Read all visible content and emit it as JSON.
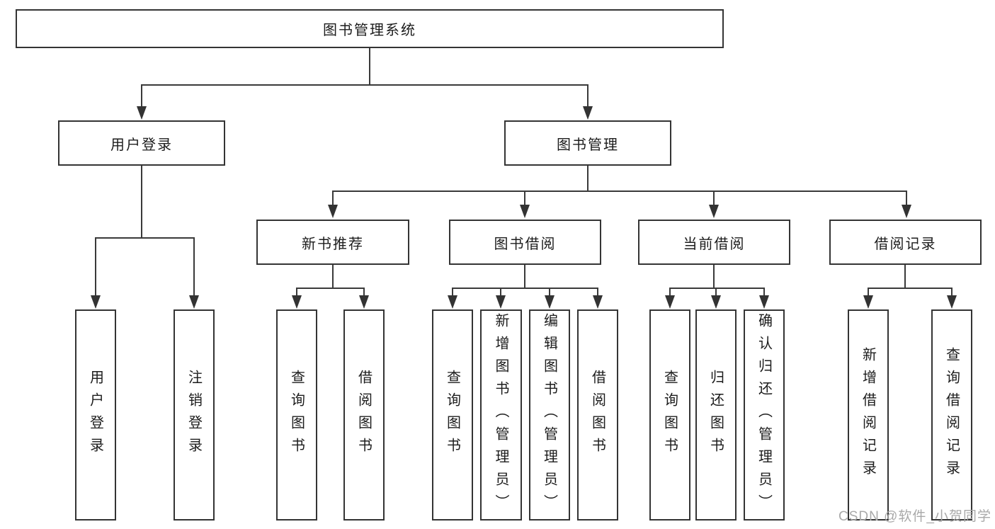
{
  "tree": {
    "label": "图书管理系统",
    "children": [
      {
        "label": "用户登录",
        "children": [
          {
            "label": "用户登录"
          },
          {
            "label": "注销登录"
          }
        ]
      },
      {
        "label": "图书管理",
        "children": [
          {
            "label": "新书推荐",
            "children": [
              {
                "label": "查询图书"
              },
              {
                "label": "借阅图书"
              }
            ]
          },
          {
            "label": "图书借阅",
            "children": [
              {
                "label": "查询图书"
              },
              {
                "label": "新增图书（管理员）"
              },
              {
                "label": "编辑图书（管理员）"
              },
              {
                "label": "借阅图书"
              }
            ]
          },
          {
            "label": "当前借阅",
            "children": [
              {
                "label": "查询图书"
              },
              {
                "label": "归还图书"
              },
              {
                "label": "确认归还（管理员）"
              }
            ]
          },
          {
            "label": "借阅记录",
            "children": [
              {
                "label": "新增借阅记录"
              },
              {
                "label": "查询借阅记录"
              }
            ]
          }
        ]
      }
    ]
  },
  "watermark": "CSDN @软件_小贺同学",
  "colors": {
    "line": "#3a3a3a",
    "box_border": "#343434",
    "text": "#1c1c1c",
    "watermark": "#a9a9a9",
    "background": "#ffffff"
  }
}
